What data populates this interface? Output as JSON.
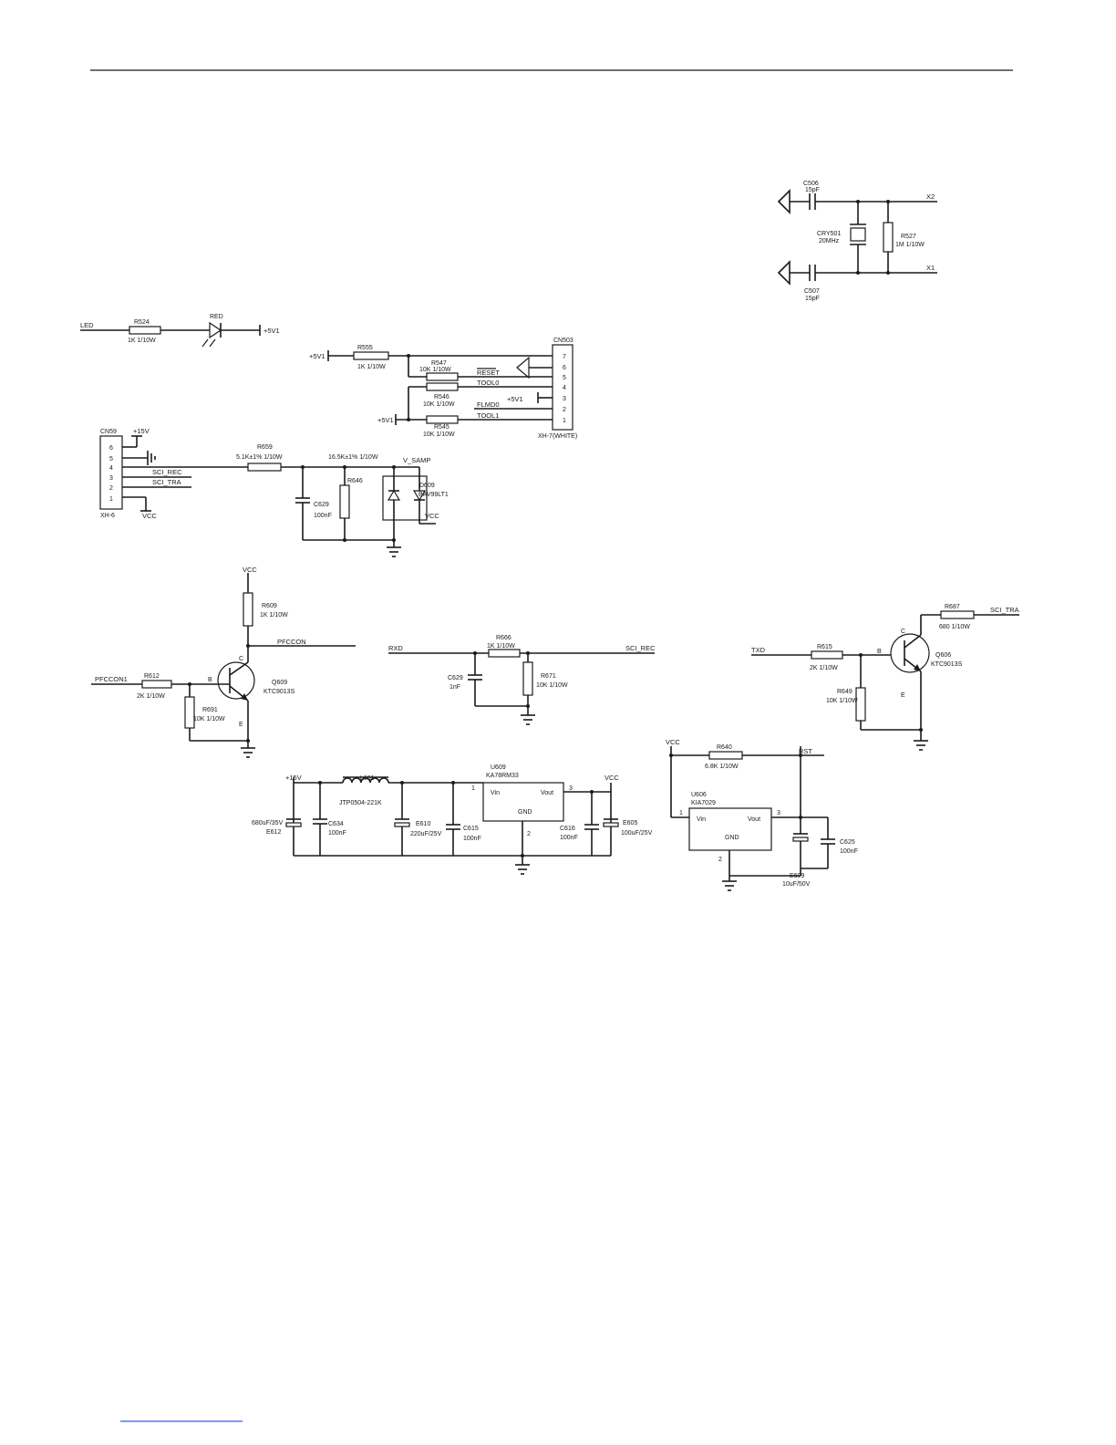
{
  "crystal": {
    "c506_ref": "C506",
    "c506_val": "15pF",
    "c507_ref": "C507",
    "c507_val": "15pF",
    "cry_ref": "CRY501",
    "cry_val": "20MHz",
    "r527_ref": "R527",
    "r527_val": "1M 1/10W",
    "x2": "X2",
    "x1": "X1"
  },
  "led": {
    "net": "LED",
    "r_ref": "R524",
    "r_val": "1K 1/10W",
    "led_ref": "RED",
    "supply": "+5V1"
  },
  "cn503": {
    "ref": "CN503",
    "type": "XH-7(WHITE)",
    "pins": [
      "7",
      "6",
      "5",
      "4",
      "3",
      "2",
      "1"
    ],
    "supply_a": "+5V1",
    "supply_b": "+5V1",
    "supply_c": "+5V1",
    "r555_ref": "R555",
    "r555_val": "1K 1/10W",
    "r547_ref": "R547",
    "r547_val": "10K 1/10W",
    "r546_ref": "R546",
    "r546_val": "10K 1/10W",
    "r545_ref": "R545",
    "r545_val": "10K 1/10W",
    "nets": [
      "RESET",
      "TOOL0",
      "FLMD0",
      "TOOL1"
    ]
  },
  "cn5": {
    "ref": "CN59",
    "type": "XH-6",
    "pins": [
      "6",
      "5",
      "4",
      "3",
      "2",
      "1"
    ],
    "supply": "+15V",
    "vcc": "VCC",
    "sci_rec": "SCI_REC",
    "sci_tra": "SCI_TRA",
    "r659_ref": "R659",
    "r659_val": "5.1K±1% 1/10W",
    "r_top_val": "16.5K±1% 1/10W",
    "r646_ref": "R646",
    "c629_ref": "C629",
    "c629_val": "100nF",
    "vsamp": "V_SAMP",
    "d609_ref": "D609",
    "d609_val": "BAV99LT1",
    "vcc2": "VCC"
  },
  "q609": {
    "vcc": "VCC",
    "r609_ref": "R609",
    "r609_val": "1K 1/10W",
    "out_net": "PFCCON",
    "in_net": "PFCCON1",
    "r612_ref": "R612",
    "r612_val": "2K 1/10W",
    "r691_ref": "R691",
    "r691_val": "10K 1/10W",
    "q_ref": "Q609",
    "q_val": "KTC9013S",
    "b": "B",
    "c": "C",
    "e": "E"
  },
  "rxd": {
    "in_net": "RXD",
    "out_net": "SCI_REC",
    "r666_ref": "R666",
    "r666_val": "1K 1/10W",
    "c629_ref": "C629",
    "c629_val": "1nF",
    "r671_ref": "R671",
    "r671_val": "10K 1/10W"
  },
  "q606": {
    "in_net": "TXD",
    "out_net": "SCI_TRA",
    "r687_ref": "R687",
    "r687_val": "680 1/10W",
    "r615_ref": "R615",
    "r615_val": "2K 1/10W",
    "r649_ref": "R649",
    "r649_val": "10K 1/10W",
    "q_ref": "Q606",
    "q_val": "KTC9013S",
    "b": "B",
    "c": "C",
    "e": "E"
  },
  "reg": {
    "in_net": "+15V",
    "out_net": "VCC",
    "l_ref": "L601",
    "l_val": "JTP0504-221K",
    "e612_ref": "E612",
    "e612_val": "680uF/35V",
    "c634_ref": "C634",
    "c634_val": "100nF",
    "e610_ref": "E610",
    "e610_val": "220uF/25V",
    "c615_ref": "C615",
    "c615_val": "100nF",
    "u_ref": "U609",
    "u_val": "KA78RM33",
    "vin": "Vin",
    "vout": "Vout",
    "gnd": "GND",
    "p1": "1",
    "p2": "2",
    "p3": "3",
    "c616_ref": "C616",
    "c616_val": "100nF",
    "e605_ref": "E605",
    "e605_val": "100uF/25V"
  },
  "rst": {
    "vcc": "VCC",
    "rst_net": "RST",
    "r640_ref": "R640",
    "r640_val": "6.8K 1/10W",
    "u_ref": "U606",
    "u_val": "KIA7029",
    "vin": "Vin",
    "vout": "Vout",
    "gnd": "GND",
    "p1": "1",
    "p2": "2",
    "p3": "3",
    "e609_ref": "E609",
    "e609_val": "10uF/50V",
    "c625_ref": "C625",
    "c625_val": "100nF"
  }
}
